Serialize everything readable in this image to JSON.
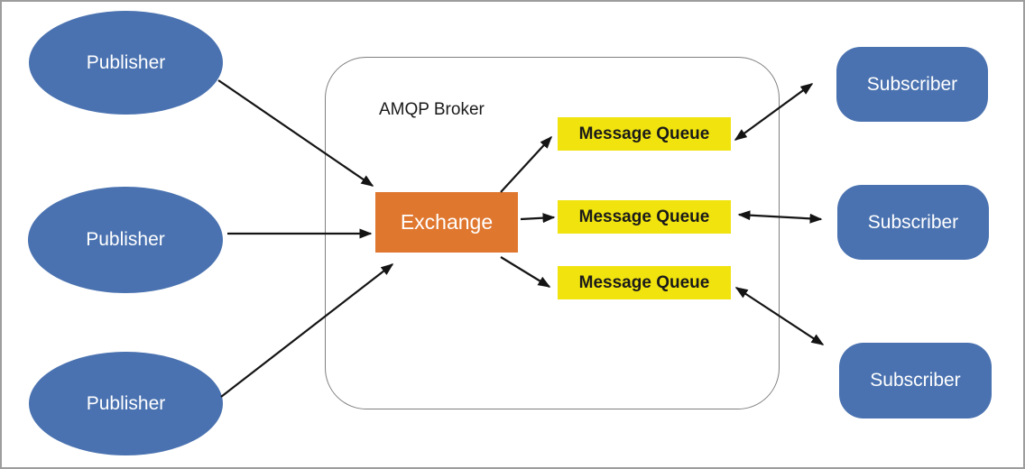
{
  "diagram": {
    "broker": {
      "label": "AMQP Broker"
    },
    "exchange": {
      "label": "Exchange"
    },
    "publishers": [
      {
        "label": "Publisher"
      },
      {
        "label": "Publisher"
      },
      {
        "label": "Publisher"
      }
    ],
    "queues": [
      {
        "label": "Message Queue"
      },
      {
        "label": "Message Queue"
      },
      {
        "label": "Message Queue"
      }
    ],
    "subscribers": [
      {
        "label": "Subscriber"
      },
      {
        "label": "Subscriber"
      },
      {
        "label": "Subscriber"
      }
    ],
    "connections": [
      {
        "from": "publisher-1",
        "to": "exchange",
        "type": "single"
      },
      {
        "from": "publisher-2",
        "to": "exchange",
        "type": "single"
      },
      {
        "from": "publisher-3",
        "to": "exchange",
        "type": "single"
      },
      {
        "from": "exchange",
        "to": "queue-1",
        "type": "single"
      },
      {
        "from": "exchange",
        "to": "queue-2",
        "type": "single"
      },
      {
        "from": "exchange",
        "to": "queue-3",
        "type": "single"
      },
      {
        "from": "queue-1",
        "to": "subscriber-1",
        "type": "double"
      },
      {
        "from": "queue-2",
        "to": "subscriber-2",
        "type": "double"
      },
      {
        "from": "queue-3",
        "to": "subscriber-3",
        "type": "double"
      }
    ]
  },
  "colors": {
    "blue": "#4A72B0",
    "orange": "#E0772F",
    "yellow": "#F0E30E",
    "arrow": "#141414",
    "broker-border": "#7f7f7f",
    "frame-border": "#9d9d9d",
    "text-dark": "#1a1a1a",
    "text-light": "#ffffff"
  }
}
